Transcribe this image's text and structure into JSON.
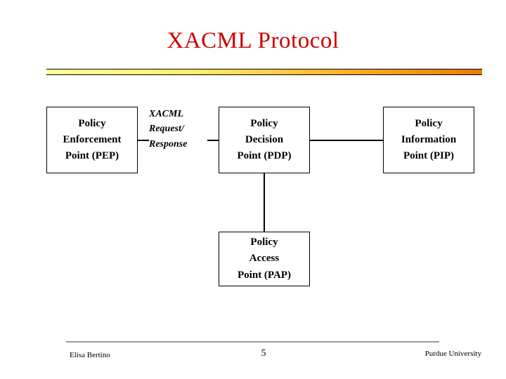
{
  "slide": {
    "title": "XACML Protocol",
    "accent_color": "#cc0000",
    "rule_gradient_from": "#ffff99",
    "rule_gradient_to": "#e87a00"
  },
  "diagram": {
    "boxes": [
      {
        "id": "pep",
        "lines": [
          "Policy",
          "Enforcement",
          "Point (PEP)"
        ]
      },
      {
        "id": "pdp",
        "lines": [
          "Policy",
          "Decision",
          "Point (PDP)"
        ]
      },
      {
        "id": "pip",
        "lines": [
          "Policy",
          "Information",
          "Point (PIP)"
        ]
      },
      {
        "id": "pap",
        "lines": [
          "Policy",
          "Access",
          "Point (PAP)"
        ]
      }
    ],
    "edge_label": {
      "line1": "XACML",
      "line2": "Request/",
      "line3": "Response"
    }
  },
  "footer": {
    "author": "Elisa Bertino",
    "page_number": "5",
    "organization": "Purdue University"
  }
}
